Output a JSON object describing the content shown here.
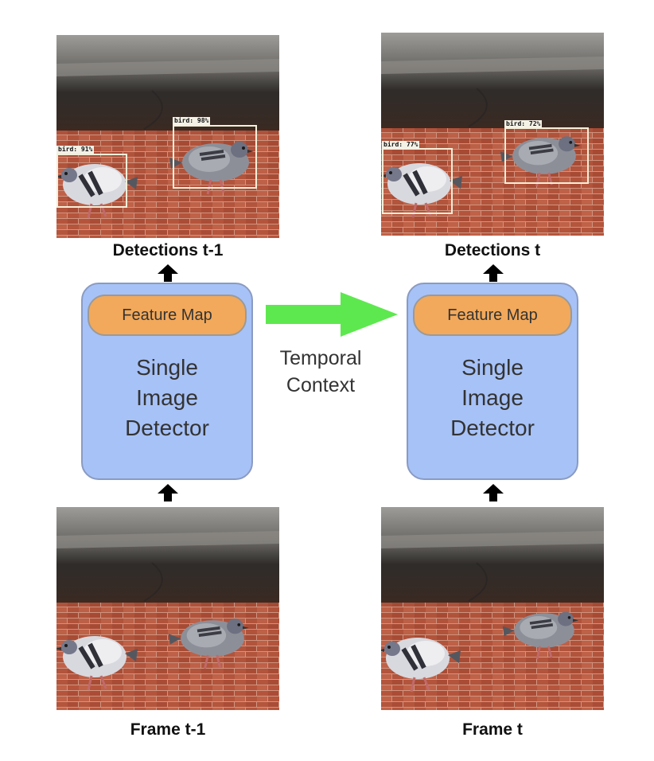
{
  "detections_prev": {
    "caption": "Detections t-1",
    "boxes": [
      {
        "label": "bird: 91%"
      },
      {
        "label": "bird: 98%"
      }
    ]
  },
  "detections_curr": {
    "caption": "Detections t",
    "boxes": [
      {
        "label": "bird: 77%"
      },
      {
        "label": "bird: 72%"
      }
    ]
  },
  "detector_prev": {
    "feature_map": "Feature Map",
    "label": "Single\nImage\nDetector"
  },
  "detector_curr": {
    "feature_map": "Feature Map",
    "label": "Single\nImage\nDetector"
  },
  "temporal_context": "Temporal\nContext",
  "frame_prev": {
    "caption": "Frame t-1"
  },
  "frame_curr": {
    "caption": "Frame t"
  },
  "colors": {
    "detector_fill": "#a7c2f7",
    "feature_map_fill": "#f2a95b",
    "temporal_arrow": "#5ee84f",
    "box_outline": "#f3efd9"
  }
}
